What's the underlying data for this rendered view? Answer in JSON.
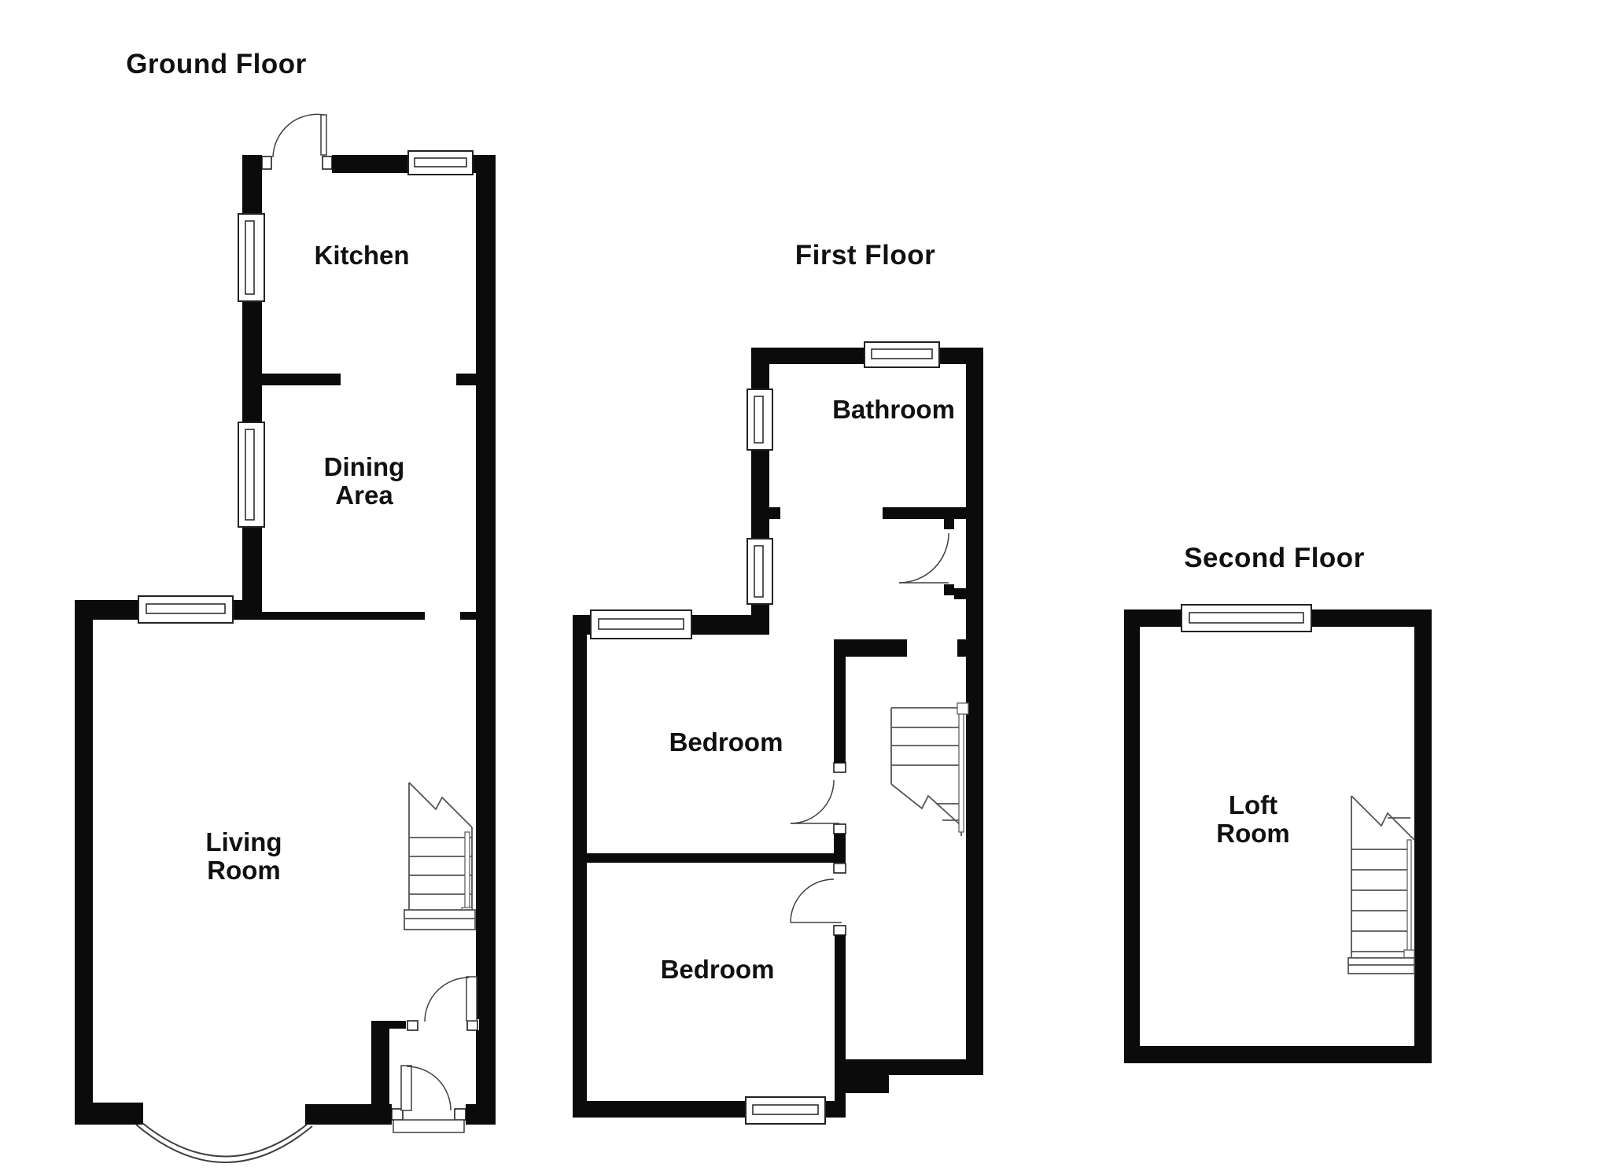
{
  "document": {
    "type": "property-floorplan",
    "background": "#ffffff"
  },
  "colors": {
    "wall": "#0b0b0b",
    "outline": "#3f3f3f",
    "stair_line": "#555555",
    "text": "#111111"
  },
  "floors": [
    {
      "title": "Ground Floor",
      "rooms": [
        {
          "name": "Kitchen",
          "lines": [
            "Kitchen"
          ]
        },
        {
          "name": "Dining Area",
          "lines": [
            "Dining",
            "Area"
          ]
        },
        {
          "name": "Living Room",
          "lines": [
            "Living",
            "Room"
          ]
        }
      ],
      "features": [
        "kitchen-door",
        "kitchen-window",
        "dining-window",
        "living-window",
        "bay-window",
        "staircase-up",
        "hallway",
        "hall-door",
        "front-door"
      ]
    },
    {
      "title": "First Floor",
      "rooms": [
        {
          "name": "Bathroom",
          "lines": [
            "Bathroom"
          ]
        },
        {
          "name": "Bedroom",
          "lines": [
            "Bedroom"
          ]
        },
        {
          "name": "Bedroom",
          "lines": [
            "Bedroom"
          ]
        }
      ],
      "features": [
        "bathroom-window",
        "landing-windows",
        "bedroom-window",
        "bathroom-door",
        "bedroom-doors",
        "staircase-down",
        "rear-bedroom-window"
      ]
    },
    {
      "title": "Second Floor",
      "rooms": [
        {
          "name": "Loft Room",
          "lines": [
            "Loft",
            "Room"
          ]
        }
      ],
      "features": [
        "loft-window",
        "staircase-down"
      ]
    }
  ]
}
